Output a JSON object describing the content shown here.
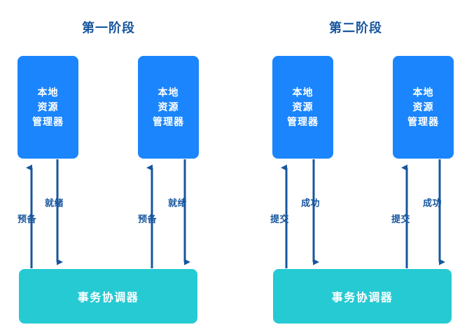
{
  "diagram": {
    "title_phase1": "第一阶段",
    "title_phase2": "第二阶段",
    "colors": {
      "resource_manager_box": "#1a85fc",
      "coordinator_box": "#26cad3",
      "arrow": "#17569e",
      "title_text": "#17569e",
      "box_text": "#ffffff",
      "background": "#ffffff"
    },
    "node_labels": {
      "resource_manager_line1": "本地",
      "resource_manager_line2": "资源",
      "resource_manager_line3": "管理器",
      "coordinator": "事务协调器"
    },
    "phases": [
      {
        "name": "第一阶段",
        "participants": [
          {
            "node": "本地资源管理器",
            "request_label": "预备",
            "response_label": "就绪"
          },
          {
            "node": "本地资源管理器",
            "request_label": "预备",
            "response_label": "就绪"
          }
        ],
        "coordinator": "事务协调器"
      },
      {
        "name": "第二阶段",
        "participants": [
          {
            "node": "本地资源管理器",
            "request_label": "提交",
            "response_label": "成功"
          },
          {
            "node": "本地资源管理器",
            "request_label": "提交",
            "response_label": "成功"
          }
        ],
        "coordinator": "事务协调器"
      }
    ]
  }
}
